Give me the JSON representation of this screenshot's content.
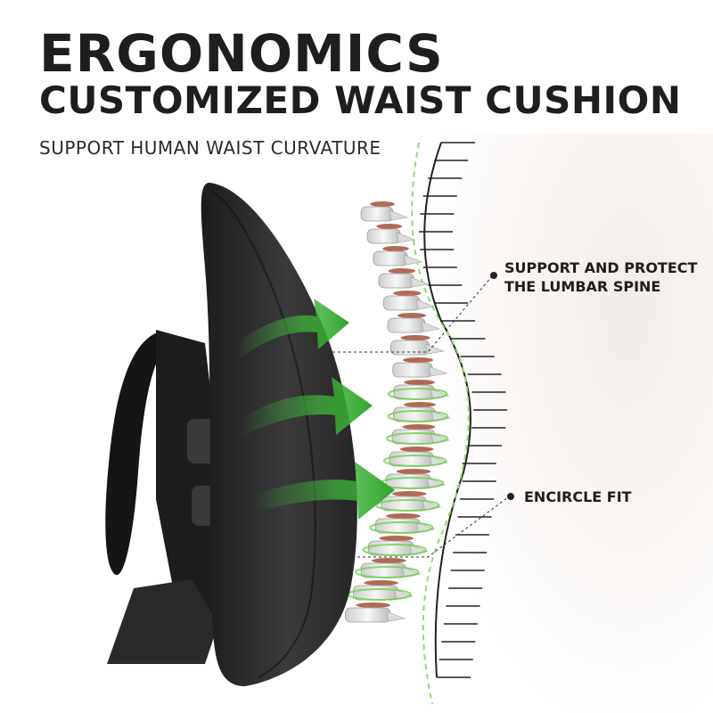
{
  "headline": {
    "line1": "ERGONOMICS",
    "line2": "CUSTOMIZED WAIST CUSHION",
    "subtitle": "SUPPORT HUMAN WAIST CURVATURE"
  },
  "callouts": [
    {
      "line1": "SUPPORT AND PROTECT",
      "line2": "THE LUMBAR SPINE"
    },
    {
      "line1": "ENCIRCLE FIT"
    }
  ],
  "colors": {
    "text": "#1e1e1e",
    "cushion": "#2b2b2b",
    "arrow_green": "#3fb43a",
    "spine_curve_green": "#8fdc6a",
    "ruler": "#222222"
  }
}
